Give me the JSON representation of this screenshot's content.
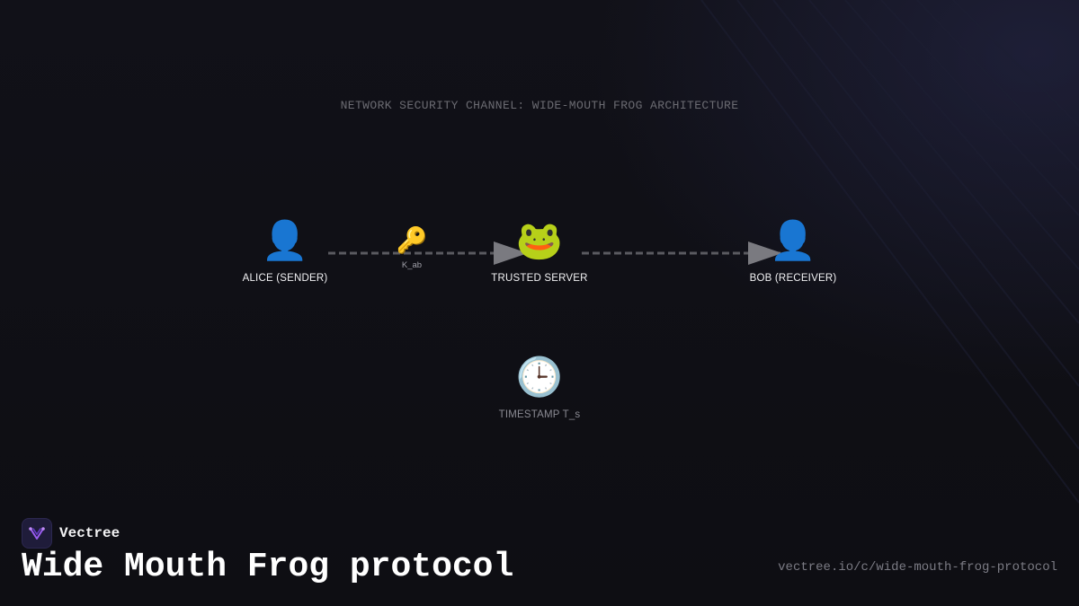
{
  "diagram": {
    "title": "NETWORK SECURITY CHANNEL: WIDE-MOUTH FROG ARCHITECTURE",
    "nodes": {
      "alice": {
        "icon": "person-icon",
        "label": "ALICE (SENDER)"
      },
      "server": {
        "icon": "frog-icon",
        "label": "TRUSTED SERVER"
      },
      "bob": {
        "icon": "person-icon",
        "label": "BOB (RECEIVER)"
      },
      "timestamp": {
        "icon": "clock-icon",
        "label": "TIMESTAMP T_s"
      }
    },
    "edges": [
      {
        "from": "ALICE (SENDER)",
        "to": "TRUSTED SERVER",
        "style": "dashed",
        "label": "K_ab",
        "icon": "key-icon"
      },
      {
        "from": "TRUSTED SERVER",
        "to": "BOB (RECEIVER)",
        "style": "dashed"
      }
    ],
    "colors": {
      "background": "#0f0f14",
      "edge": "#5a5a60",
      "arrowhead": "#7a7a80",
      "person": "#4a7bd1",
      "frog": "#6fbf3d"
    }
  },
  "footer": {
    "brand_name": "Vectree",
    "brand_icon": "vectree-logo-icon",
    "title": "Wide Mouth Frog protocol",
    "url": "vectree.io/c/wide-mouth-frog-protocol"
  }
}
